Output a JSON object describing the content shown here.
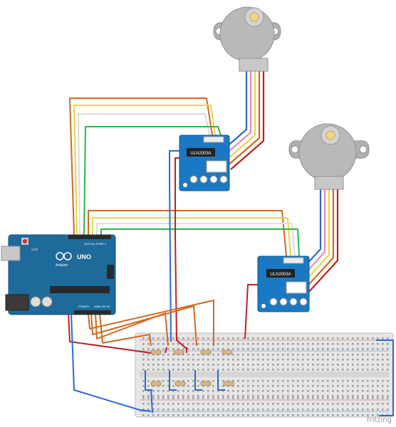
{
  "arduino": {
    "logo_text": "UNO",
    "brand_text": "Arduino",
    "digital_label": "DIGITAL (PWM~)",
    "icsp_label": "ICSP",
    "power_label": "POWER",
    "analog_label": "ANALOG IN"
  },
  "drivers": [
    {
      "chip_label": "ULN2003A"
    },
    {
      "chip_label": "ULN2003A"
    }
  ],
  "watermark": "fritzing",
  "colors": {
    "board": "#1e6a9a",
    "board_dark": "#15507a",
    "driver": "#1a79c2",
    "motor_body": "#b9b9b9",
    "motor_shaft": "#f2d58a",
    "breadboard": "#e6e6e6",
    "wire_orange": "#d2691e",
    "wire_yellow": "#e8d54a",
    "wire_white": "#dcdcdc",
    "wire_green": "#2db34a",
    "wire_blue": "#2a6ad1",
    "wire_red": "#c21e1e",
    "wire_pink": "#e889c0",
    "wire_purple": "#7a3fb5"
  }
}
